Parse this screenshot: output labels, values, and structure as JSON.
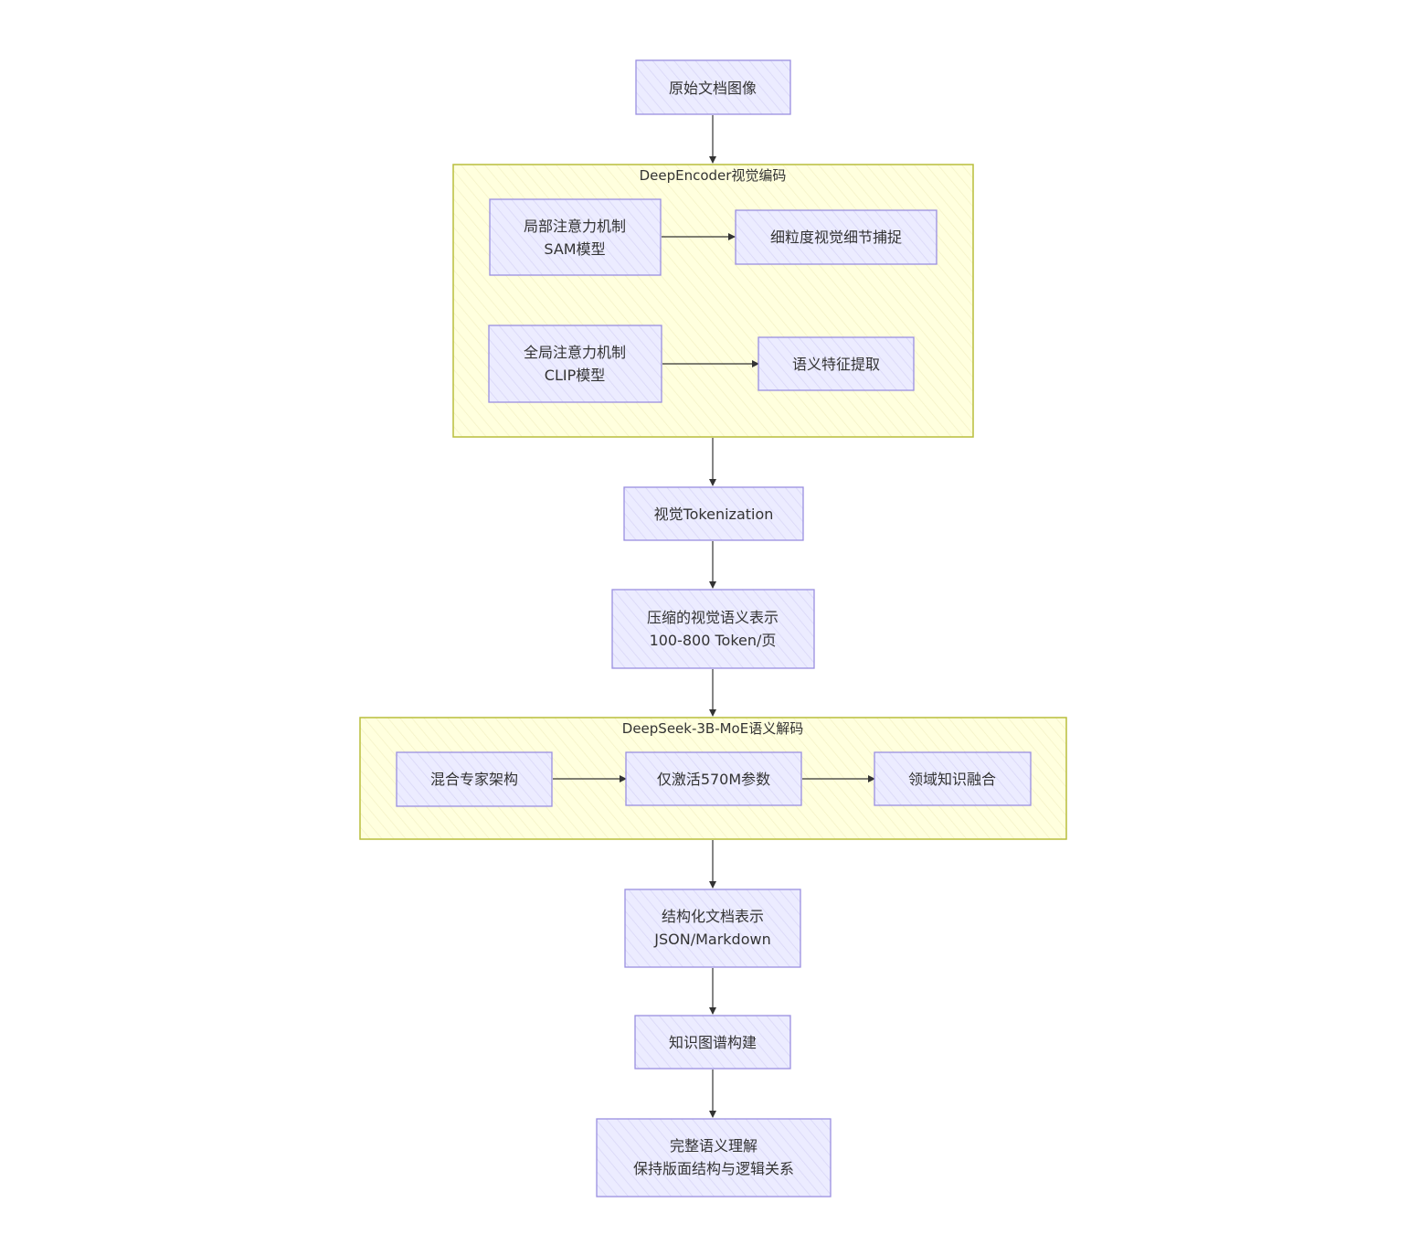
{
  "colors": {
    "node_fill": "#ECECFF",
    "node_hatch": "#d9d6f7",
    "node_border": "#9a8fe0",
    "group_fill": "#FFFFDE",
    "group_hatch": "#f3f0c4",
    "group_border": "#b9be3c",
    "edge": "#333333",
    "text": "#333333"
  },
  "groups": {
    "encoder": {
      "title": "DeepEncoder视觉编码"
    },
    "decoder": {
      "title": "DeepSeek-3B-MoE语义解码"
    }
  },
  "nodes": {
    "raw_image": {
      "lines": [
        "原始文档图像"
      ]
    },
    "sam": {
      "lines": [
        "局部注意力机制",
        "SAM模型"
      ]
    },
    "fine_detail": {
      "lines": [
        "细粒度视觉细节捕捉"
      ]
    },
    "clip": {
      "lines": [
        "全局注意力机制",
        "CLIP模型"
      ]
    },
    "semantic_extract": {
      "lines": [
        "语义特征提取"
      ]
    },
    "tokenization": {
      "lines": [
        "视觉Tokenization"
      ]
    },
    "compressed": {
      "lines": [
        "压缩的视觉语义表示",
        "100-800 Token/页"
      ]
    },
    "moe": {
      "lines": [
        "混合专家架构"
      ]
    },
    "activate": {
      "lines": [
        "仅激活570M参数"
      ]
    },
    "domain_fusion": {
      "lines": [
        "领域知识融合"
      ]
    },
    "structured": {
      "lines": [
        "结构化文档表示",
        "JSON/Markdown"
      ]
    },
    "kg": {
      "lines": [
        "知识图谱构建"
      ]
    },
    "understanding": {
      "lines": [
        "完整语义理解",
        "保持版面结构与逻辑关系"
      ]
    }
  },
  "edges": [
    {
      "from": "raw_image",
      "to": "encoder"
    },
    {
      "from": "sam",
      "to": "fine_detail"
    },
    {
      "from": "clip",
      "to": "semantic_extract"
    },
    {
      "from": "encoder",
      "to": "tokenization"
    },
    {
      "from": "tokenization",
      "to": "compressed"
    },
    {
      "from": "compressed",
      "to": "decoder"
    },
    {
      "from": "moe",
      "to": "activate"
    },
    {
      "from": "activate",
      "to": "domain_fusion"
    },
    {
      "from": "decoder",
      "to": "structured"
    },
    {
      "from": "structured",
      "to": "kg"
    },
    {
      "from": "kg",
      "to": "understanding"
    }
  ]
}
